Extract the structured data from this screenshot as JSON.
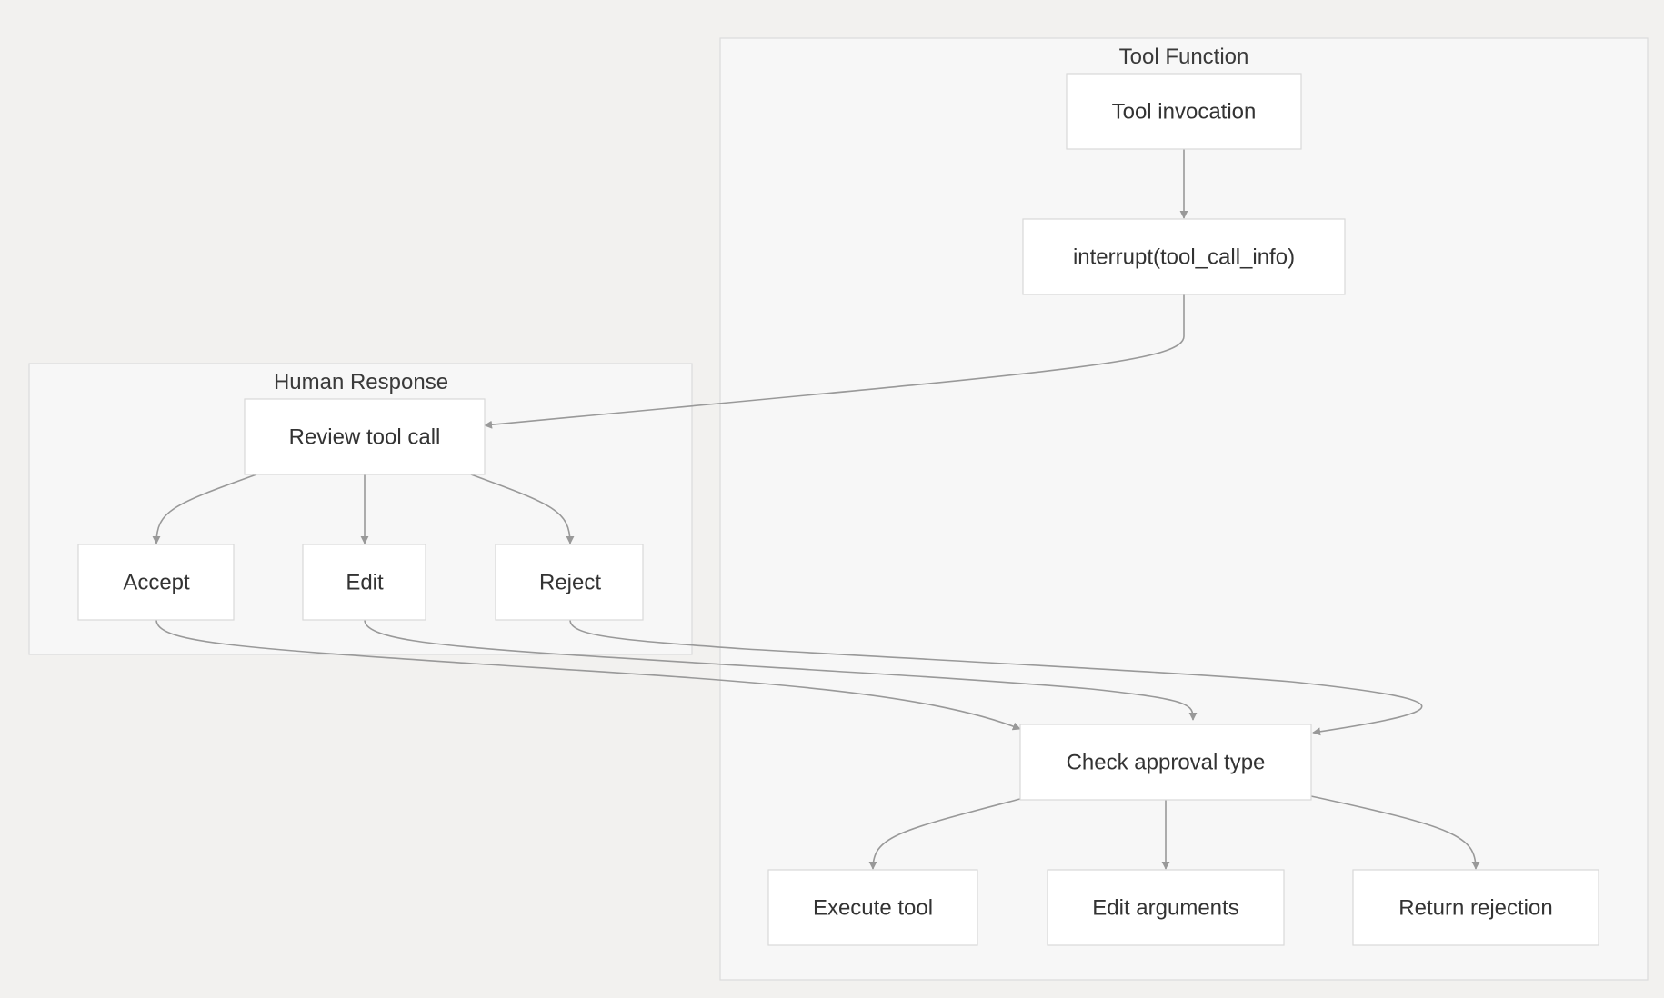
{
  "colors": {
    "background": "#f2f1ef",
    "cluster_fill": "#f7f7f7",
    "cluster_border": "#dcdcdc",
    "node_fill": "#ffffff",
    "node_border": "#d9d9d9",
    "edge": "#999999",
    "text": "#333333"
  },
  "clusters": {
    "tool_function": {
      "label": "Tool Function"
    },
    "human_response": {
      "label": "Human Response"
    }
  },
  "nodes": {
    "tool_invocation": {
      "label": "Tool invocation"
    },
    "interrupt": {
      "label": "interrupt(tool_call_info)"
    },
    "review": {
      "label": "Review tool call"
    },
    "accept": {
      "label": "Accept"
    },
    "edit": {
      "label": "Edit"
    },
    "reject": {
      "label": "Reject"
    },
    "check_approval": {
      "label": "Check approval type"
    },
    "execute": {
      "label": "Execute tool"
    },
    "edit_args": {
      "label": "Edit arguments"
    },
    "return_rejection": {
      "label": "Return rejection"
    }
  },
  "edges": [
    {
      "from": "tool_invocation",
      "to": "interrupt"
    },
    {
      "from": "interrupt",
      "to": "review"
    },
    {
      "from": "review",
      "to": "accept"
    },
    {
      "from": "review",
      "to": "edit"
    },
    {
      "from": "review",
      "to": "reject"
    },
    {
      "from": "accept",
      "to": "check_approval"
    },
    {
      "from": "edit",
      "to": "check_approval"
    },
    {
      "from": "reject",
      "to": "check_approval"
    },
    {
      "from": "check_approval",
      "to": "execute"
    },
    {
      "from": "check_approval",
      "to": "edit_args"
    },
    {
      "from": "check_approval",
      "to": "return_rejection"
    }
  ]
}
